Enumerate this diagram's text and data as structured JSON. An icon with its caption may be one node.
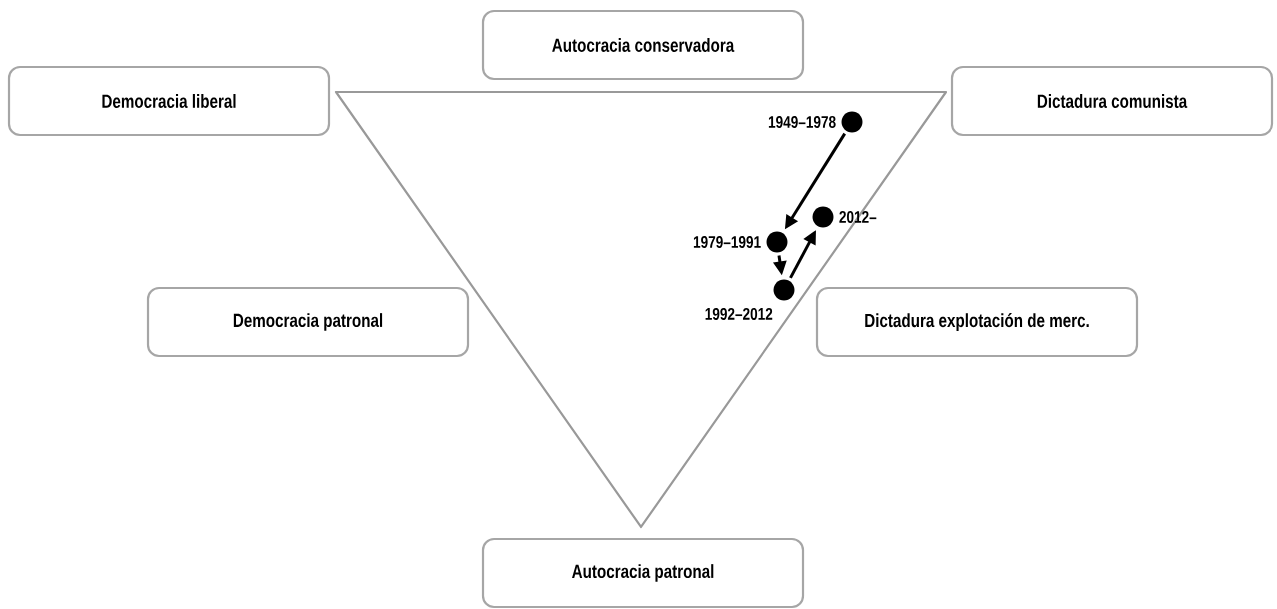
{
  "diagram": {
    "nodes": [
      {
        "text": [
          "Autocracia conservadora"
        ]
      },
      {
        "text": [
          "Democracia liberal"
        ]
      },
      {
        "text": [
          "Dictadura comunista"
        ]
      },
      {
        "text": [],
        "shape": "circle",
        "beside": [
          "1949–1978"
        ]
      },
      {
        "text": [],
        "shape": "circle",
        "beside": [
          "2012–"
        ]
      },
      {
        "text": [],
        "shape": "circle",
        "beside": [
          "1979–1991"
        ]
      },
      {
        "text": [],
        "shape": "circle",
        "beside": [
          "1992–2012"
        ]
      },
      {
        "text": [
          "Democracia patronal"
        ]
      },
      {
        "text": [
          "Dictadura explotación de merc."
        ]
      },
      {
        "text": [
          "Autocracia patronal"
        ]
      }
    ],
    "edges": [
      {
        "from": 3,
        "to": 5,
        "arrow": "to"
      },
      {
        "from": 5,
        "to": 6,
        "arrow": "to"
      },
      {
        "from": 6,
        "to": 4,
        "arrow": "to"
      }
    ]
  }
}
